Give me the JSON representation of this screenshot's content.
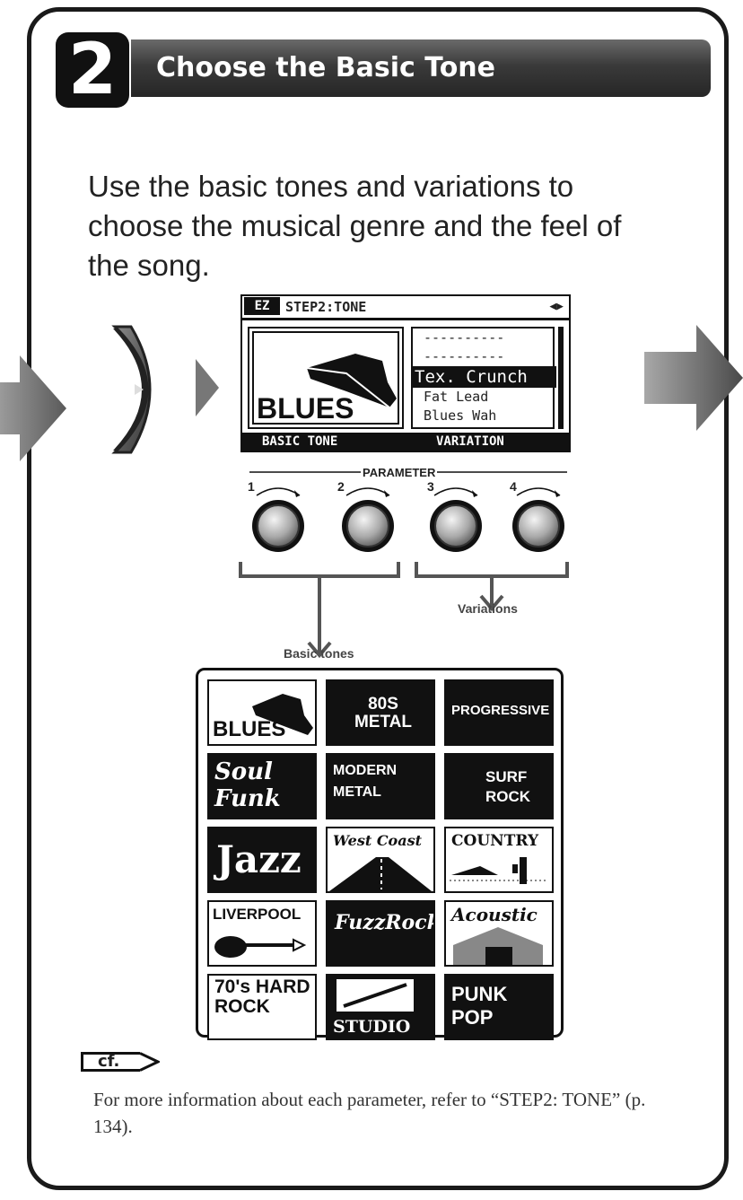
{
  "step": {
    "number": "2",
    "title": "Choose the Basic Tone"
  },
  "intro_text": "Use the basic tones and variations to choose the musical genre and the feel of the song.",
  "lcd": {
    "mode_badge": "EZ",
    "header": "STEP2:TONE",
    "header_arrows": "◀▶",
    "art_label": "BLUES",
    "variations": [
      "----------",
      "----------",
      "Tex. Crunch",
      "Fat Lead",
      "Blues Wah"
    ],
    "selected_index": 2,
    "footer_left": "BASIC TONE",
    "footer_right": "VARIATION"
  },
  "parameter_label": "PARAMETER",
  "knobs": [
    "1",
    "2",
    "3",
    "4"
  ],
  "labels": {
    "variations": "Variations",
    "basic_tones": "Basic tones"
  },
  "tones": [
    {
      "label": "BLUES",
      "style": "light"
    },
    {
      "label": "80S METAL",
      "style": "dark"
    },
    {
      "label": "PROGRESSIVE",
      "style": "dark"
    },
    {
      "label": "Soul Funk",
      "style": "dark"
    },
    {
      "label": "MODERN METAL",
      "style": "dark"
    },
    {
      "label": "SURF ROCK",
      "style": "dark"
    },
    {
      "label": "Jazz",
      "style": "dark"
    },
    {
      "label": "West Coast",
      "style": "light"
    },
    {
      "label": "COUNTRY",
      "style": "light"
    },
    {
      "label": "LIVERPOOL",
      "style": "light"
    },
    {
      "label": "FuzzRock",
      "style": "dark"
    },
    {
      "label": "Acoustic",
      "style": "light"
    },
    {
      "label": "70's HARD ROCK",
      "style": "light"
    },
    {
      "label": "STUDIO",
      "style": "dark"
    },
    {
      "label": "PUNK POP",
      "style": "dark"
    }
  ],
  "cf_label": "cf.",
  "footnote": "For more information about each parameter, refer to “STEP2: TONE” (p. 134)."
}
